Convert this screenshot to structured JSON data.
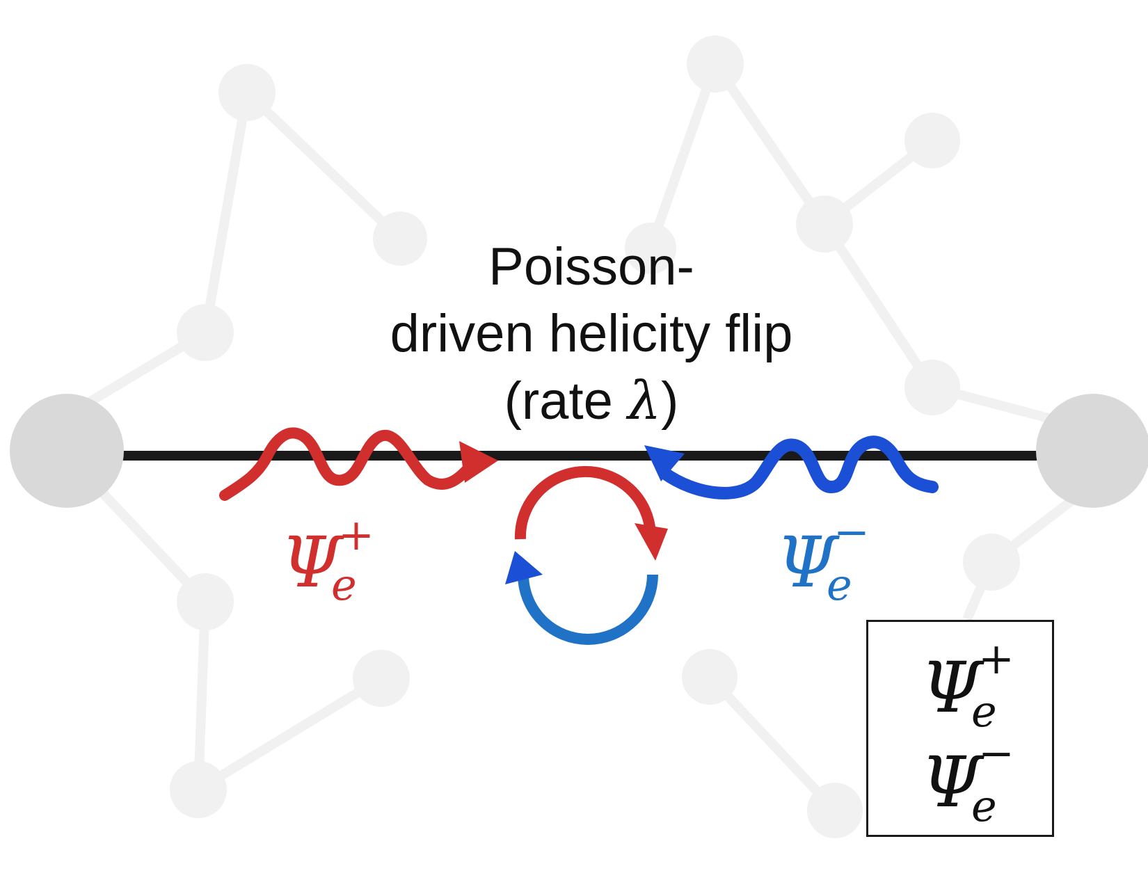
{
  "caption": {
    "line1": "Poisson-",
    "line2": "driven helicity flip",
    "line3_prefix": "(rate ",
    "line3_symbol": "λ",
    "line3_suffix": ")"
  },
  "states": {
    "plus": {
      "symbol": "Ψ",
      "subscript": "e",
      "superscript": "+",
      "color": "#d12e2e"
    },
    "minus": {
      "symbol": "Ψ",
      "subscript": "e",
      "superscript": "−",
      "color": "#1f72c6"
    }
  },
  "legend": {
    "entries": [
      {
        "symbol": "Ψ",
        "subscript": "e",
        "superscript": "+"
      },
      {
        "symbol": "Ψ",
        "subscript": "e",
        "superscript": "−"
      }
    ]
  },
  "colors": {
    "red": "#d12e2e",
    "blue": "#1f72c6",
    "blue_dark": "#1a4fd6",
    "line": "#1a1a1a",
    "node": "#d9d9d9",
    "network_faint": "#f0f0f0"
  }
}
